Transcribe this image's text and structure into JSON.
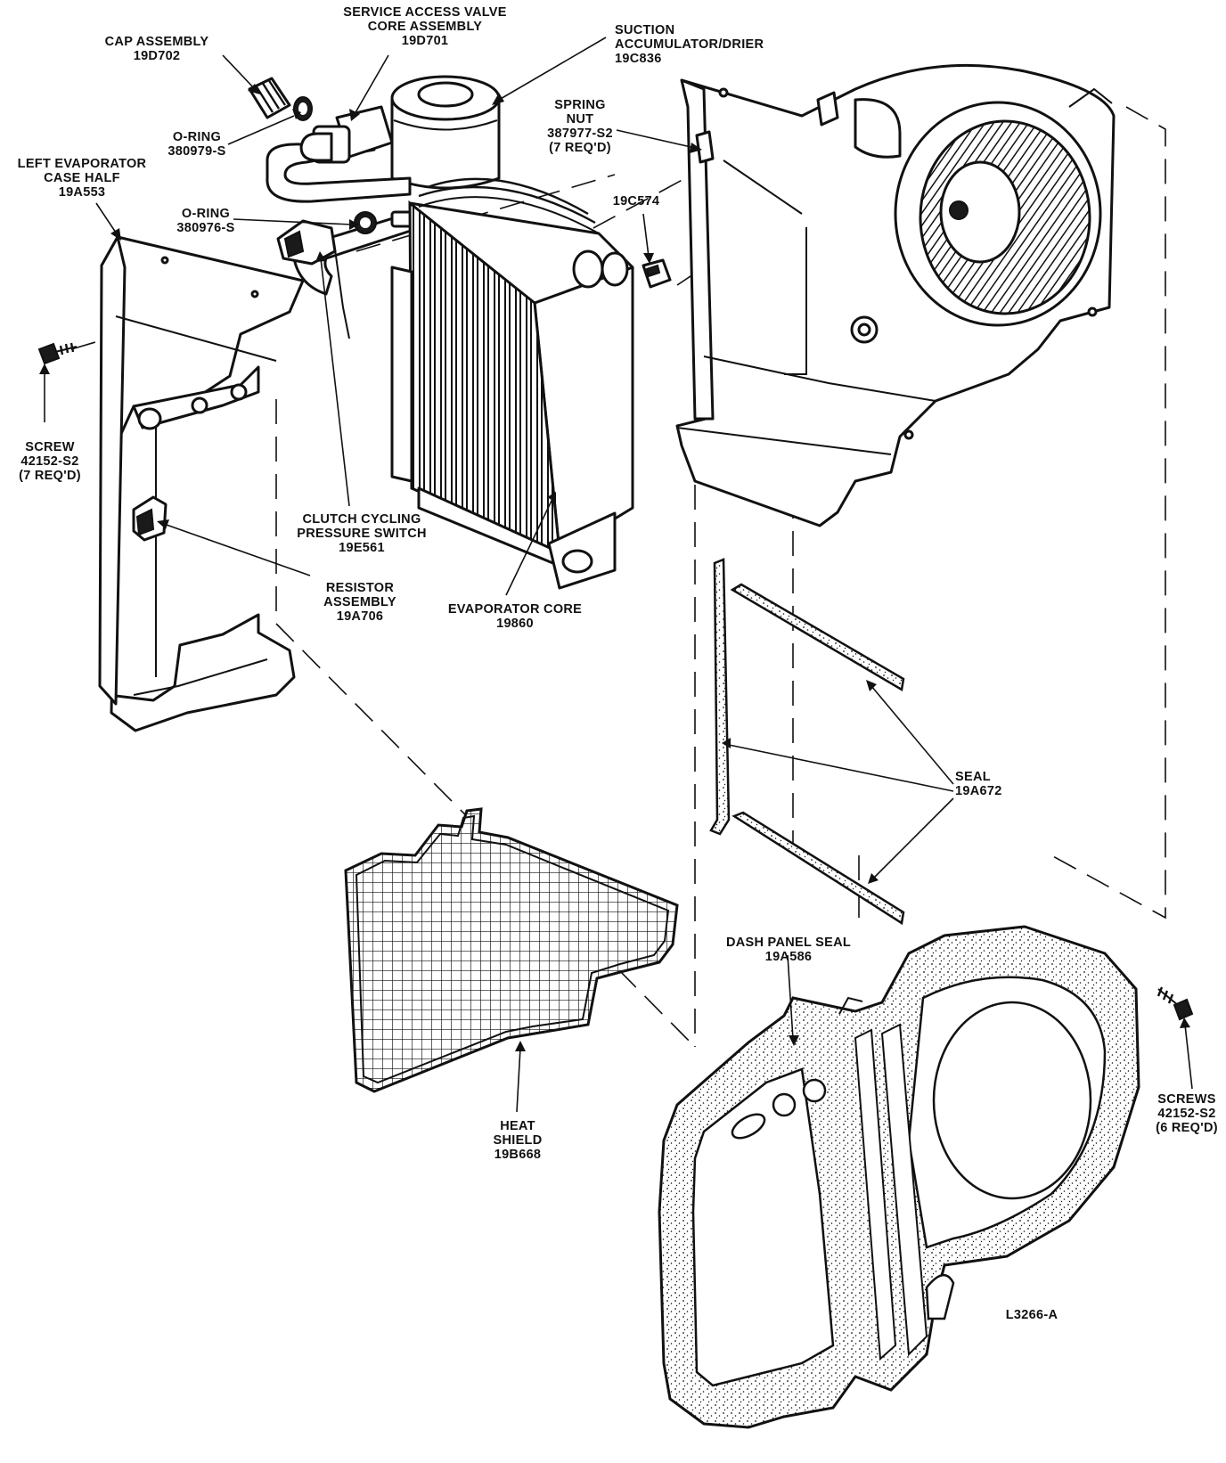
{
  "figure_id": "L3266-A",
  "labels": {
    "service_access_valve": [
      "SERVICE ACCESS VALVE",
      "CORE ASSEMBLY",
      "19D701"
    ],
    "cap_assembly": [
      "CAP ASSEMBLY",
      "19D702"
    ],
    "suction_accumulator": [
      "SUCTION",
      "ACCUMULATOR/DRIER",
      "19C836"
    ],
    "o_ring_upper": [
      "O-RING",
      "380979-S"
    ],
    "spring_nut": [
      "SPRING",
      "NUT",
      "387977-S2",
      "(7 REQ'D)"
    ],
    "left_case_half": [
      "LEFT EVAPORATOR",
      "CASE HALF",
      "19A553"
    ],
    "o_ring_lower": [
      "O-RING",
      "380976-S"
    ],
    "part_19c574": [
      "19C574"
    ],
    "screw_left": [
      "SCREW",
      "42152-S2",
      "(7 REQ'D)"
    ],
    "clutch_switch": [
      "CLUTCH CYCLING",
      "PRESSURE SWITCH",
      "19E561"
    ],
    "resistor_assembly": [
      "RESISTOR",
      "ASSEMBLY",
      "19A706"
    ],
    "evaporator_core": [
      "EVAPORATOR CORE",
      "19860"
    ],
    "seal": [
      "SEAL",
      "19A672"
    ],
    "dash_panel_seal": [
      "DASH PANEL SEAL",
      "19A586"
    ],
    "heat_shield": [
      "HEAT",
      "SHIELD",
      "19B668"
    ],
    "screws_right": [
      "SCREWS",
      "42152-S2",
      "(6 REQ'D)"
    ]
  }
}
